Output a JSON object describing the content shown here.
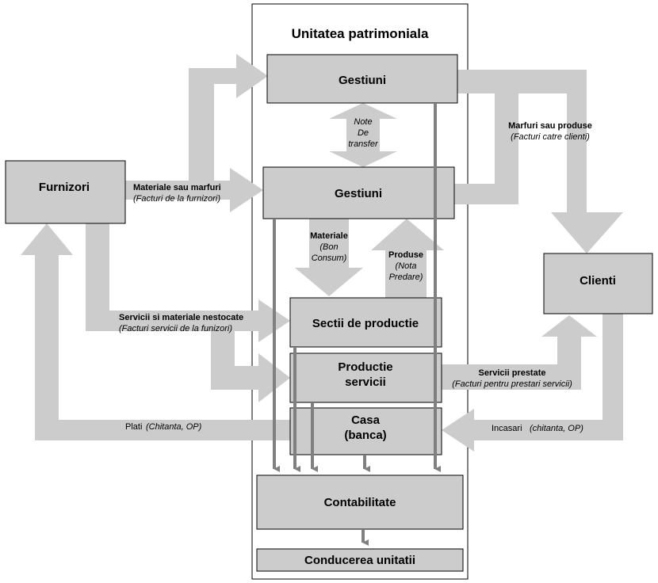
{
  "title": "Unitatea patrimoniala",
  "boxes": {
    "gestiuni_top": "Gestiuni",
    "gestiuni_mid": "Gestiuni",
    "furnizori": "Furnizori",
    "clienti": "Clienti",
    "sectii": "Sectii de productie",
    "productie_l1": "Productie",
    "productie_l2": "servicii",
    "casa_l1": "Casa",
    "casa_l2": "(banca)",
    "contabilitate": "Contabilitate",
    "conducerea": "Conducerea unitatii"
  },
  "labels": {
    "note_l1": "Note",
    "note_l2": "De",
    "note_l3": "transfer",
    "materiale_marfuri": "Materiale sau marfuri",
    "facturi_furnizori": "(Facturi de la furnizori)",
    "marfuri_produse": "Marfuri sau produse",
    "facturi_clienti": "(Facturi catre clienti)",
    "materiale": "Materiale",
    "bon": "(Bon",
    "consum": "Consum)",
    "produse": "Produse",
    "nota": "(Nota",
    "predare": "Predare)",
    "servicii_materiale": "Servicii si materiale nestocate",
    "facturi_servicii": "(Facturi servicii de la funizori)",
    "servicii_prestate": "Servicii prestate",
    "facturi_prestari": "(Facturi pentru prestari servicii)",
    "plati": "Plati",
    "plati_doc": "(Chitanta, OP)",
    "incasari": "Incasari",
    "incasari_doc": "(chitanta, OP)"
  },
  "colors": {
    "box_fill": "#cccccc",
    "arrow_fill": "#cccccc",
    "line_arrow": "#808080",
    "border": "#000000"
  }
}
